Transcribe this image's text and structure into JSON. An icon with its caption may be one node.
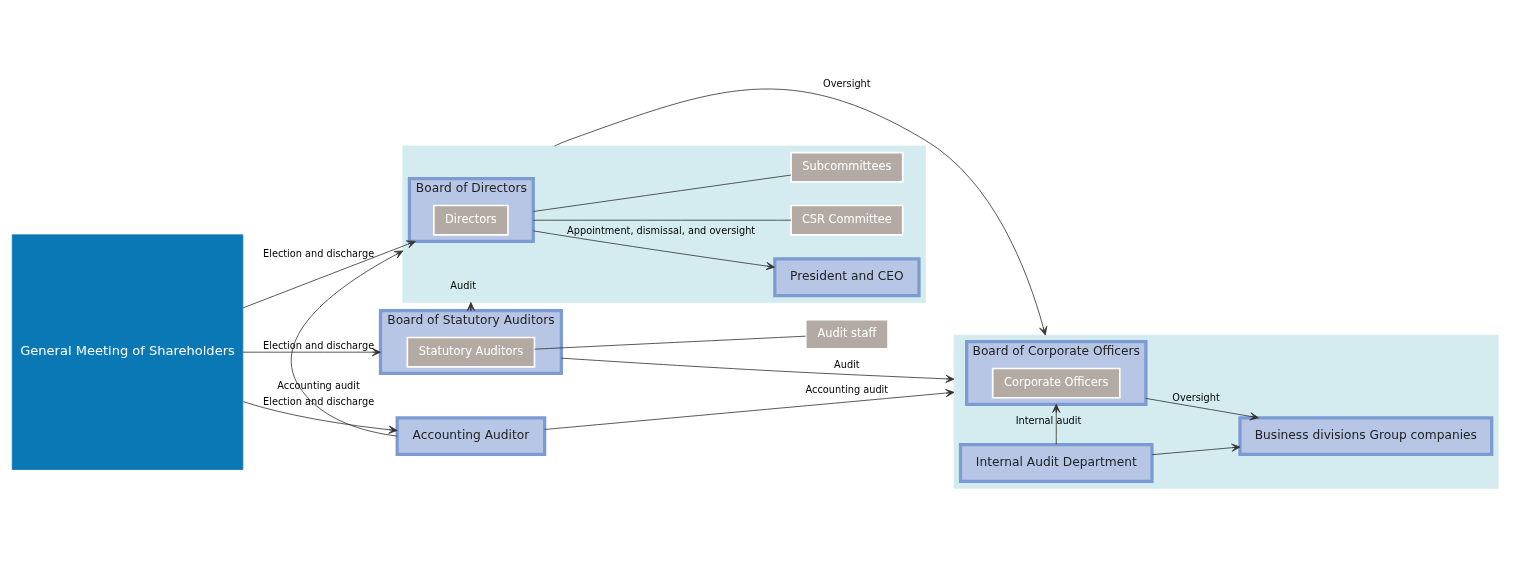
{
  "diagram": {
    "nodes": [
      {
        "text": [
          "General Meeting of Shareholders"
        ]
      },
      {
        "text": [
          "Board of Statutory Auditors"
        ]
      },
      {
        "text": [
          "Statutory Auditors"
        ],
        "in": 1
      },
      {
        "text": [
          "Audit staff"
        ]
      },
      {
        "text": [],
        "shape": "box"
      },
      {
        "text": [
          "Board of Directors"
        ],
        "in": 4
      },
      {
        "text": [
          "Directors"
        ],
        "in": 5
      },
      {
        "text": [
          "President and CEO"
        ],
        "in": 4
      },
      {
        "text": [
          "CSR Committee"
        ],
        "in": 4
      },
      {
        "text": [
          "Subcommittees"
        ],
        "in": 4
      },
      {
        "text": [
          "Accounting Auditor"
        ]
      },
      {
        "text": [],
        "shape": "box"
      },
      {
        "text": [
          "Board of Corporate Officers"
        ],
        "in": 11
      },
      {
        "text": [
          "Corporate Officers"
        ],
        "in": 12
      },
      {
        "text": [
          "Business divisions Group companies"
        ],
        "in": 11
      },
      {
        "text": [
          "Internal Audit Department"
        ],
        "in": 11
      }
    ],
    "edges": [
      {
        "from": 0,
        "to": 1,
        "arrow": "to",
        "label": "Election and discharge"
      },
      {
        "from": 0,
        "to": 5,
        "arrow": "to",
        "label": "Election and discharge"
      },
      {
        "from": 0,
        "to": 10,
        "arrow": "to",
        "label": "Election and discharge"
      },
      {
        "from": 1,
        "to": 11,
        "arrow": "to",
        "label": "Audit"
      },
      {
        "from": 2,
        "to": 3,
        "arrow": "none"
      },
      {
        "from": 1,
        "to": 4,
        "arrow": "to",
        "label": "Audit"
      },
      {
        "from": 5,
        "to": 7,
        "arrow": "to",
        "label": "Appointment, dismissal, and oversight"
      },
      {
        "from": 5,
        "to": 8,
        "arrow": "none"
      },
      {
        "from": 5,
        "to": 9,
        "arrow": "none"
      },
      {
        "from": 4,
        "to": 11,
        "arrow": "to",
        "label": "Oversight"
      },
      {
        "from": 10,
        "to": 4,
        "arrow": "to",
        "label": "Accounting audit"
      },
      {
        "from": 10,
        "to": 11,
        "arrow": "to",
        "label": "Accounting audit"
      },
      {
        "from": 12,
        "to": 14,
        "arrow": "to",
        "label": "Oversight"
      },
      {
        "from": 15,
        "to": 12,
        "arrow": "to",
        "label": "Internal audit"
      },
      {
        "from": 15,
        "to": 14,
        "arrow": "to"
      }
    ]
  }
}
